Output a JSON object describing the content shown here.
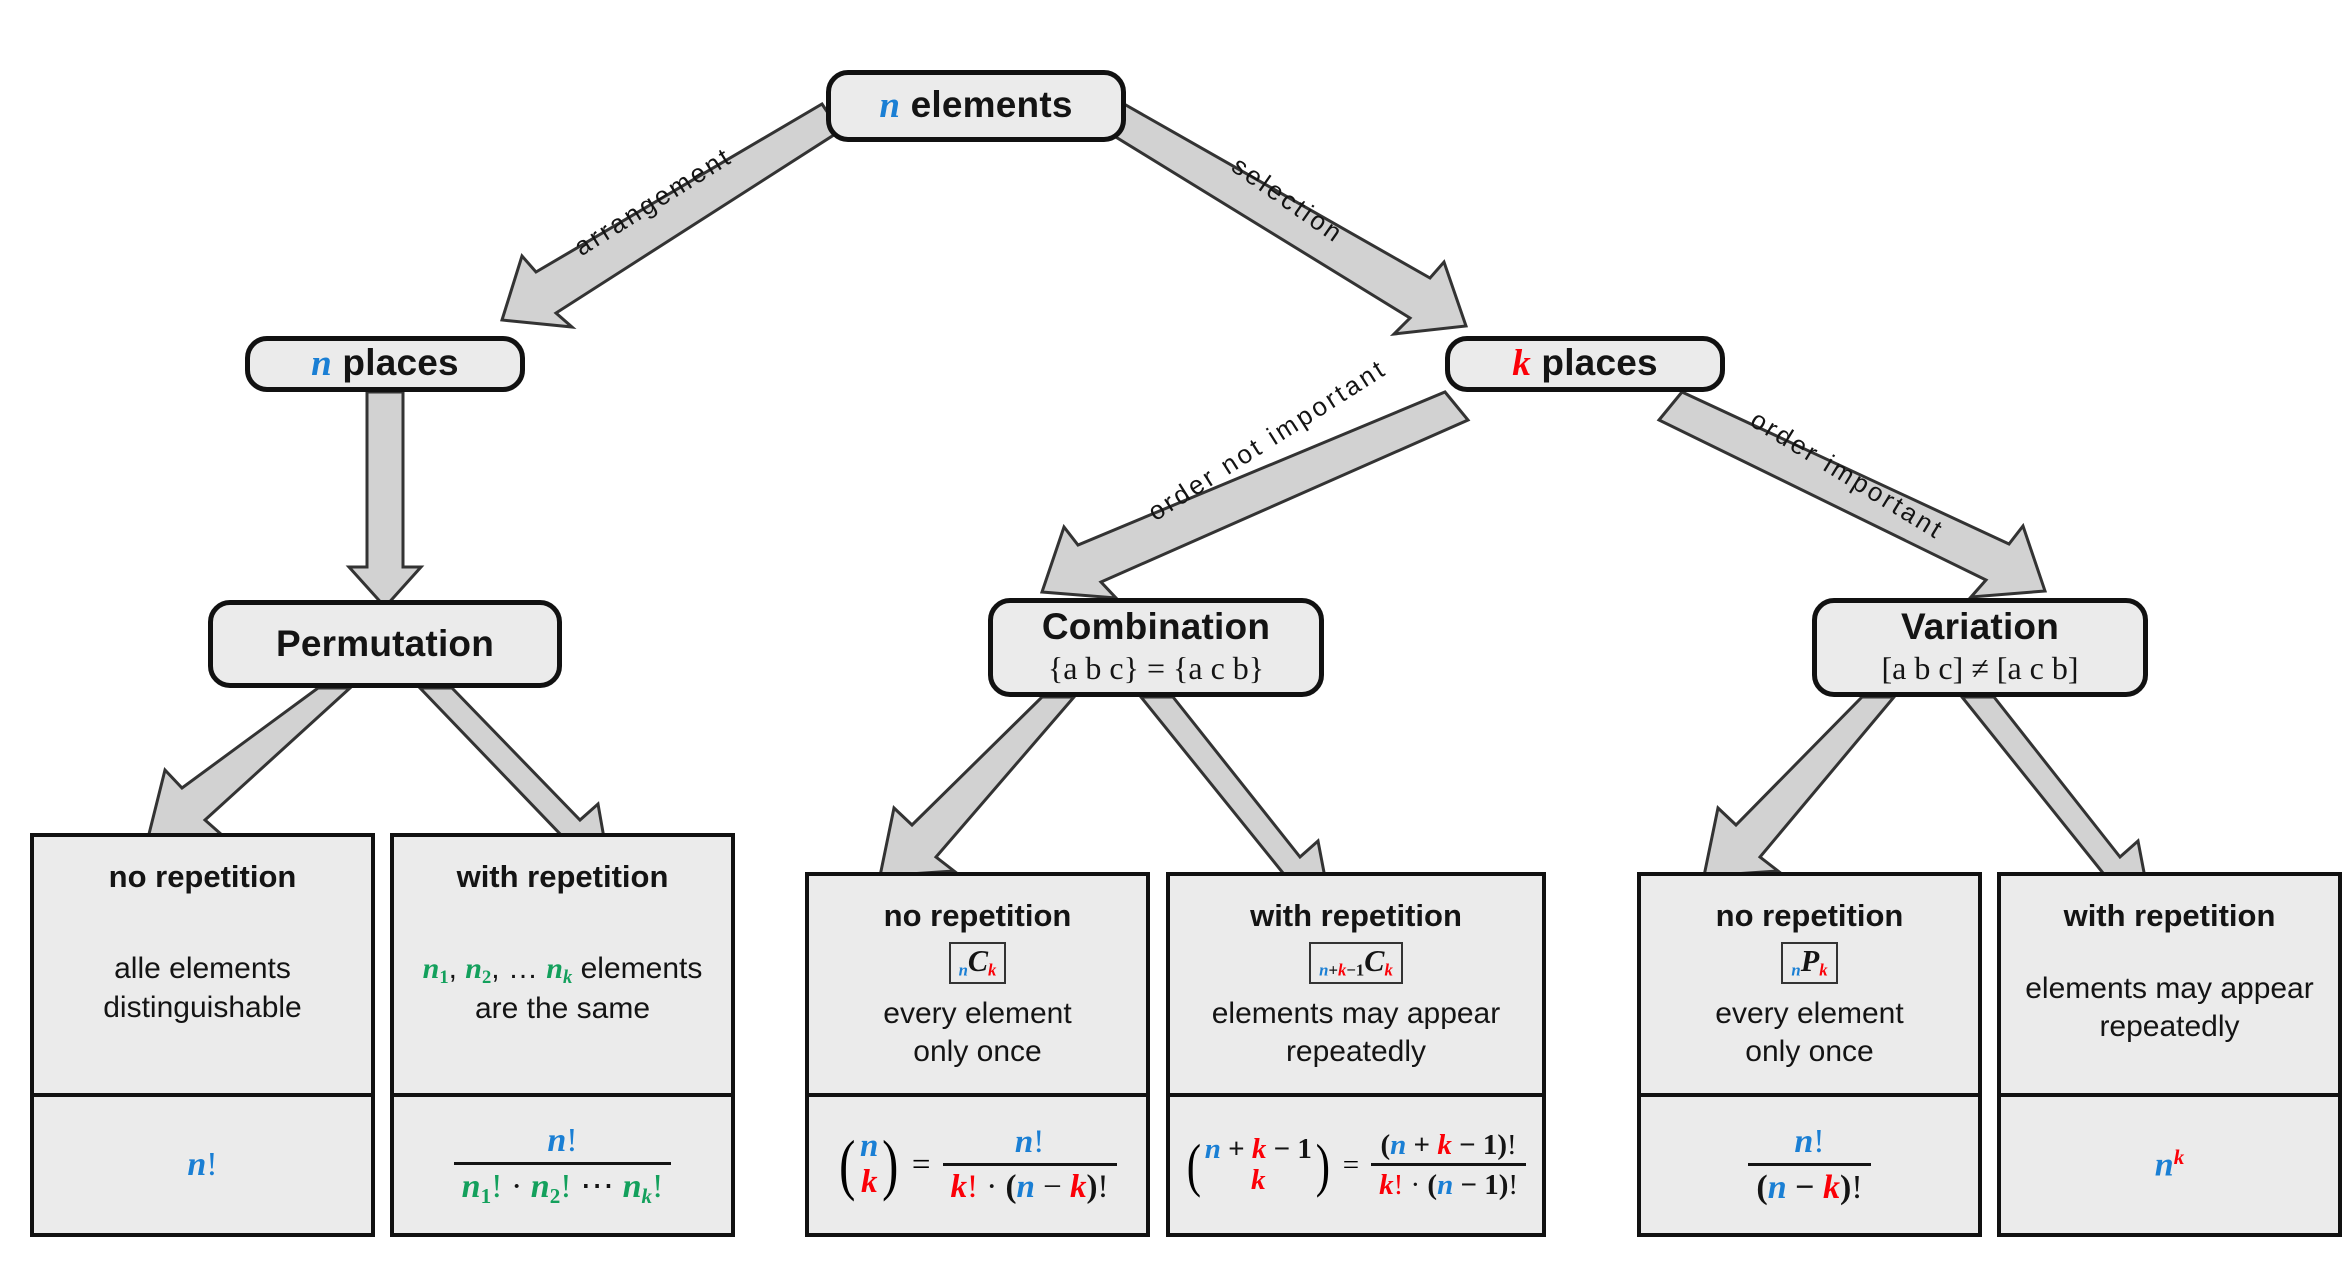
{
  "diagram": {
    "title": "Combinatorics decision tree",
    "colors": {
      "n_color": "#1a7fd4",
      "k_color": "#fb0007",
      "group_color": "#13a05c",
      "box_fill": "#ebebeb",
      "box_border": "#111111",
      "arrow_fill": "#d2d2d2",
      "arrow_border": "#333333",
      "background": "#ffffff"
    }
  },
  "nodes": {
    "root": {
      "title_var": "n",
      "title_text": "elements"
    },
    "n_places": {
      "title_var": "n",
      "title_text": "places"
    },
    "k_places": {
      "title_var": "k",
      "title_text": "places"
    },
    "permutation": {
      "title": "Permutation",
      "subtitle": ""
    },
    "combination": {
      "title": "Combination",
      "subtitle": "{a b c} = {a c b}"
    },
    "variation": {
      "title": "Variation",
      "subtitle": "[a b c] ≠ [a c b]"
    }
  },
  "edge_labels": {
    "arrangement": "arrangement",
    "selection": "selection",
    "order_not_important": "order not important",
    "order_important": "order important"
  },
  "leaves": [
    {
      "id": "perm-no-rep",
      "header": "no repetition",
      "notation": "",
      "description": "alle elements\ndistinguishable",
      "formula_text": "n!"
    },
    {
      "id": "perm-with-rep",
      "header": "with repetition",
      "notation": "",
      "description": "n₁, n₂, … n_k elements\nare the same",
      "formula_text": "n! / (n₁! · n₂! ⋯ n_k!)"
    },
    {
      "id": "comb-no-rep",
      "header": "no repetition",
      "notation": "nCk",
      "description": "every element\nonly once",
      "formula_text": "(n over k) = n! / (k! · (n − k)!)"
    },
    {
      "id": "comb-with-rep",
      "header": "with repetition",
      "notation": "n+k−1Ck",
      "description": "elements may appear\nrepeatedly",
      "formula_text": "(n + k − 1 over k) = (n + k − 1)! / (k! · (n − 1)!)"
    },
    {
      "id": "var-no-rep",
      "header": "no repetition",
      "notation": "nPk",
      "description": "every element\nonly once",
      "formula_text": "n! / (n − k)!"
    },
    {
      "id": "var-with-rep",
      "header": "with repetition",
      "notation": "",
      "description": "elements may appear\nrepeatedly",
      "formula_text": "n^k"
    }
  ],
  "text": {
    "no_repetition": "no repetition",
    "with_repetition": "with repetition",
    "alle_elements": "alle elements",
    "distinguishable": "distinguishable",
    "are_the_same": "are the same",
    "elements_word": "elements",
    "every_element": "every element",
    "only_once": "only once",
    "elements_may_appear": "elements may appear",
    "repeatedly": "repeatedly",
    "combination_sub": "{a b c} = {a c b}",
    "variation_sub": "[a b c] ≠ [a c b]"
  }
}
